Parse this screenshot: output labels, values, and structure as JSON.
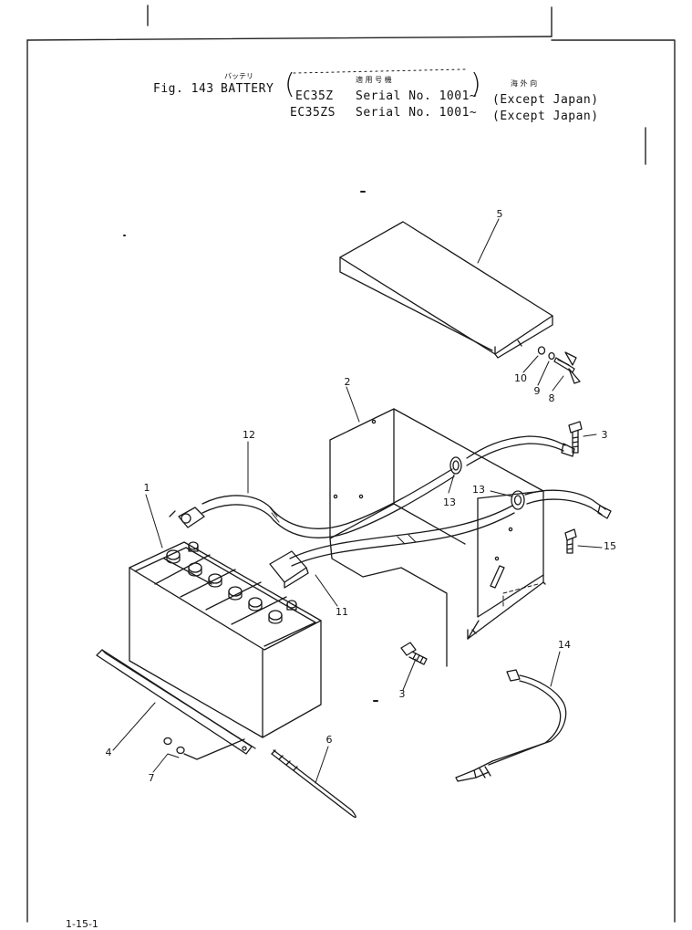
{
  "header": {
    "fig_label": "Fig. 143",
    "title_en": "BATTERY",
    "title_jp": "バッテリ",
    "applicable_jp": "適 用 号 機",
    "export_jp": "海 外 向",
    "models": [
      {
        "model": "EC35Z",
        "serial": "Serial No. 1001~",
        "region": "(Except Japan)"
      },
      {
        "model": "EC35ZS",
        "serial": "Serial No. 1001~",
        "region": "(Except Japan)"
      }
    ]
  },
  "callouts": [
    "1",
    "2",
    "3",
    "3",
    "4",
    "5",
    "6",
    "7",
    "8",
    "9",
    "10",
    "11",
    "12",
    "13",
    "13",
    "14",
    "15"
  ],
  "page_ref": "1-15-1"
}
